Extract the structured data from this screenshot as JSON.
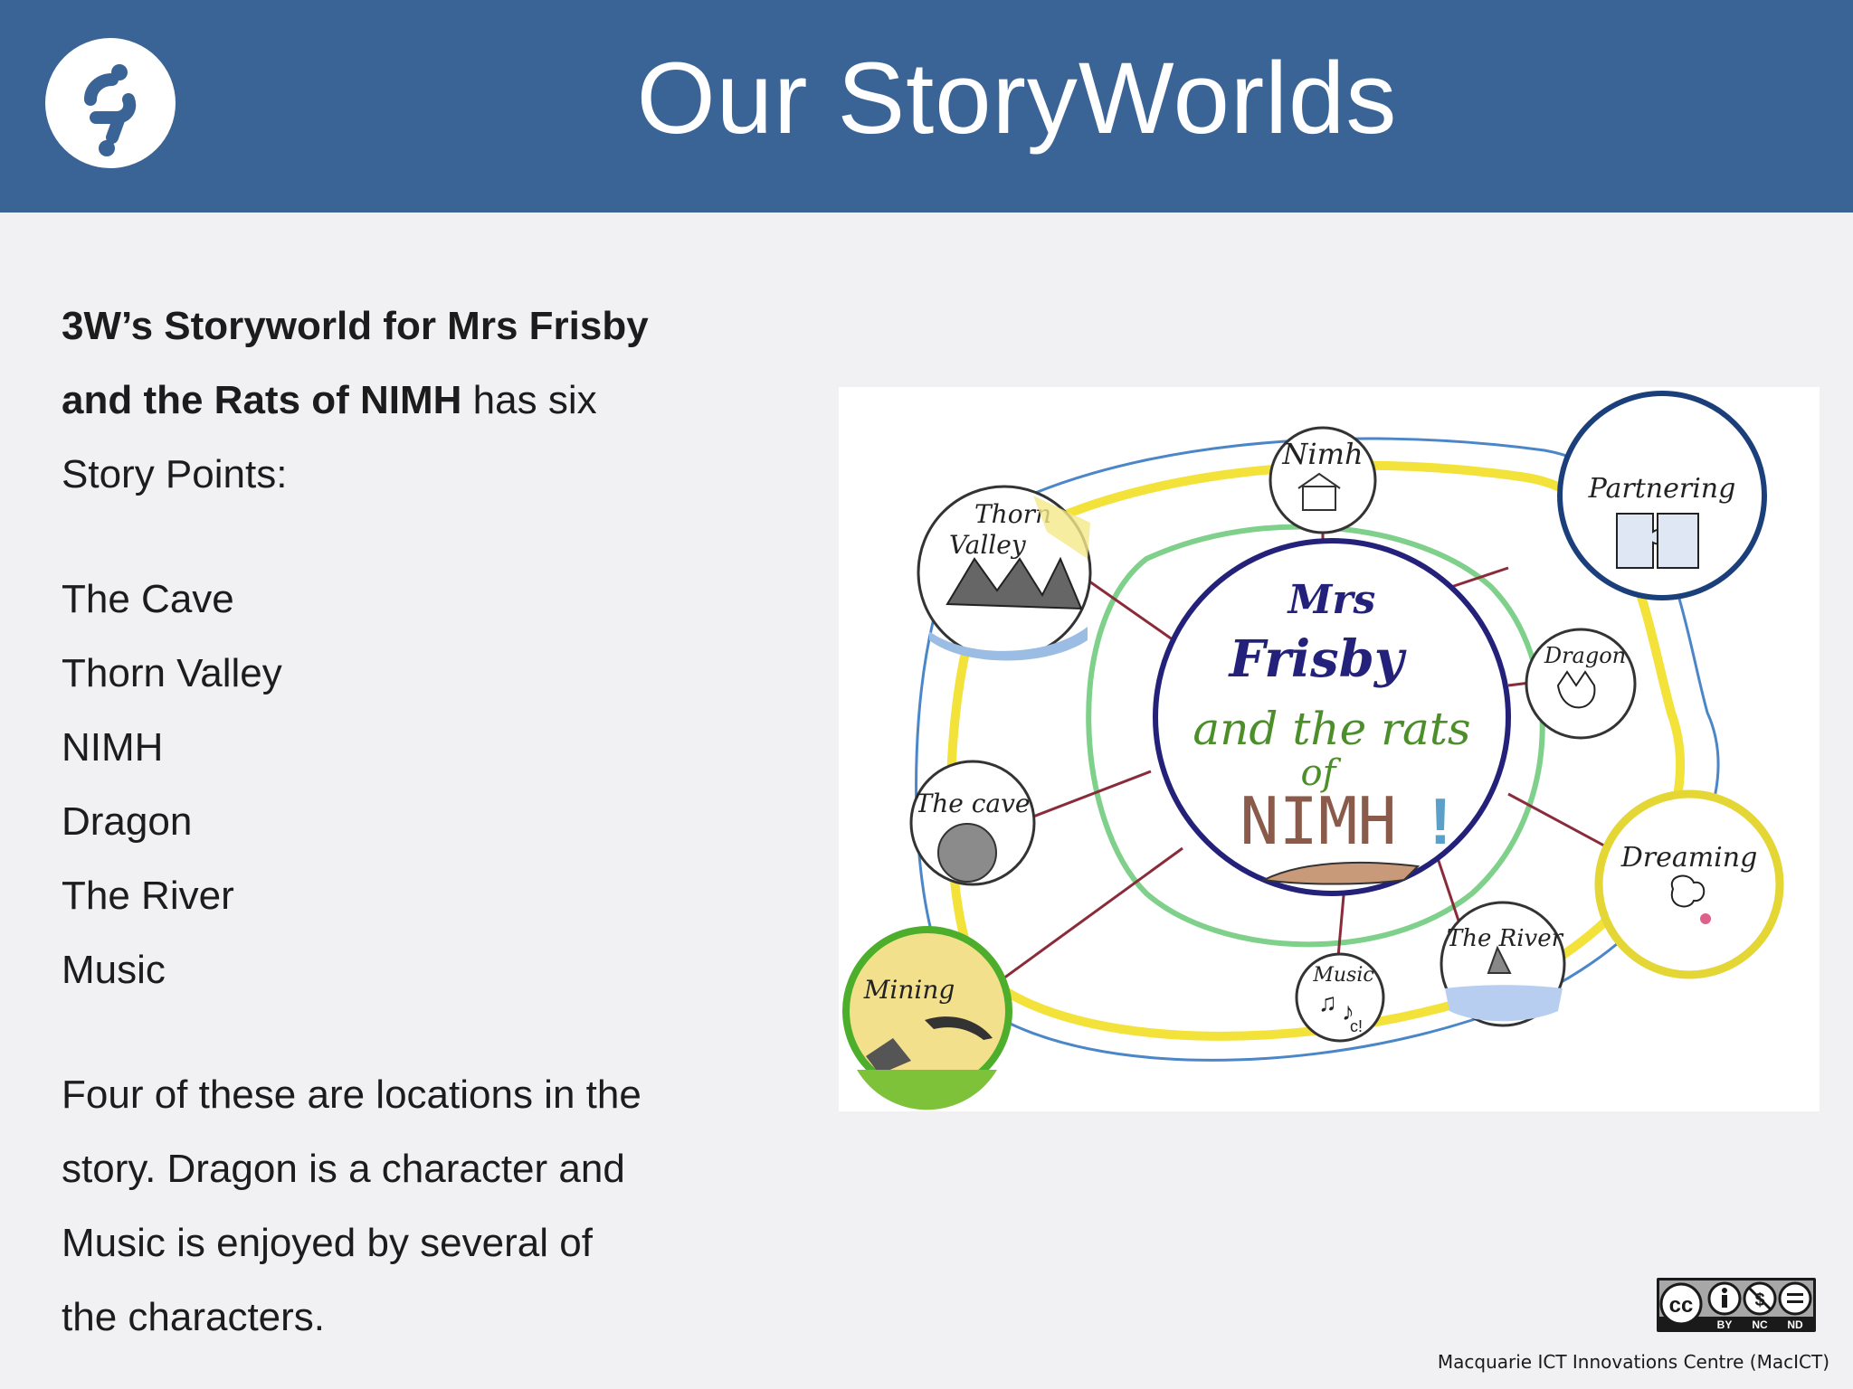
{
  "header": {
    "title": "Our StoryWorlds"
  },
  "intro": {
    "bold_line1": "3W’s Storyworld for Mrs Frisby",
    "bold_line2": "and the Rats of NIMH",
    "rest_line2": " has six",
    "line3": "Story Points:"
  },
  "story_points": [
    "The Cave",
    "Thorn Valley",
    "NIMH",
    "Dragon",
    "The River",
    "Music"
  ],
  "summary": {
    "line1": "Four of these are locations in the",
    "line2": "story. Dragon is a character and",
    "line3": "Music is enjoyed by several of",
    "line4": "the characters."
  },
  "drawing": {
    "center_line1": "Mrs",
    "center_line2": "Frisby",
    "center_line3": "and the rats",
    "center_line4": "of",
    "center_line5": "NIMH",
    "center_exclaim": "!",
    "nodes": {
      "nimh": "Nimh",
      "thorn_valley_1": "Thorn",
      "thorn_valley_2": "Valley",
      "partnering": "Partnering",
      "dragon": "Dragon",
      "the_cave": "The cave",
      "dreaming": "Dreaming",
      "the_river": "The River",
      "music": "Music",
      "music_note": "c!",
      "mining": "Mining"
    }
  },
  "license": {
    "cc": "cc",
    "by": "BY",
    "nc": "NC",
    "nd": "ND"
  },
  "footer": {
    "credit": "Macquarie ICT Innovations Centre (MacICT)"
  }
}
